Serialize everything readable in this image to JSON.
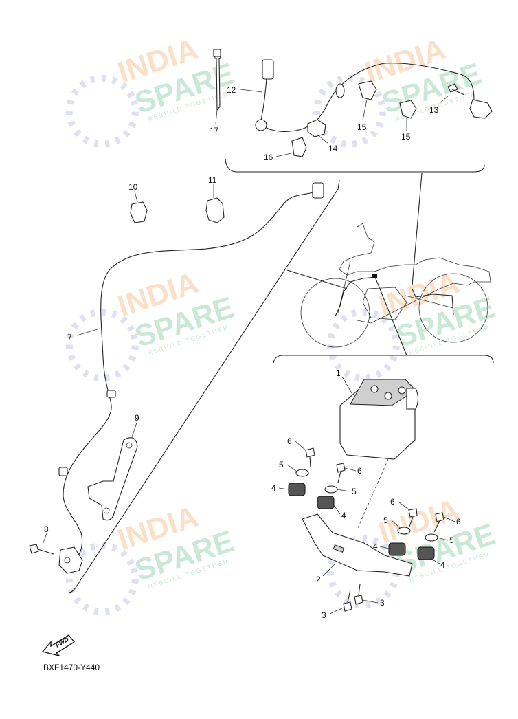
{
  "diagram": {
    "drawing_code": "BXF1470-Y440",
    "fwd_label": "FWD",
    "callouts": [
      "1",
      "2",
      "3",
      "3",
      "4",
      "4",
      "4",
      "4",
      "5",
      "5",
      "5",
      "5",
      "6",
      "6",
      "6",
      "6",
      "7",
      "8",
      "9",
      "10",
      "11",
      "12",
      "13",
      "14",
      "15",
      "15",
      "16",
      "17"
    ]
  },
  "watermark": {
    "line1": "INDIA",
    "line2": "SPARE",
    "tagline": "REBUILD TOGETHER",
    "colors": {
      "india": "#f6c79a",
      "spare": "#9fd6b4",
      "icon": "#c7c6ea"
    }
  }
}
